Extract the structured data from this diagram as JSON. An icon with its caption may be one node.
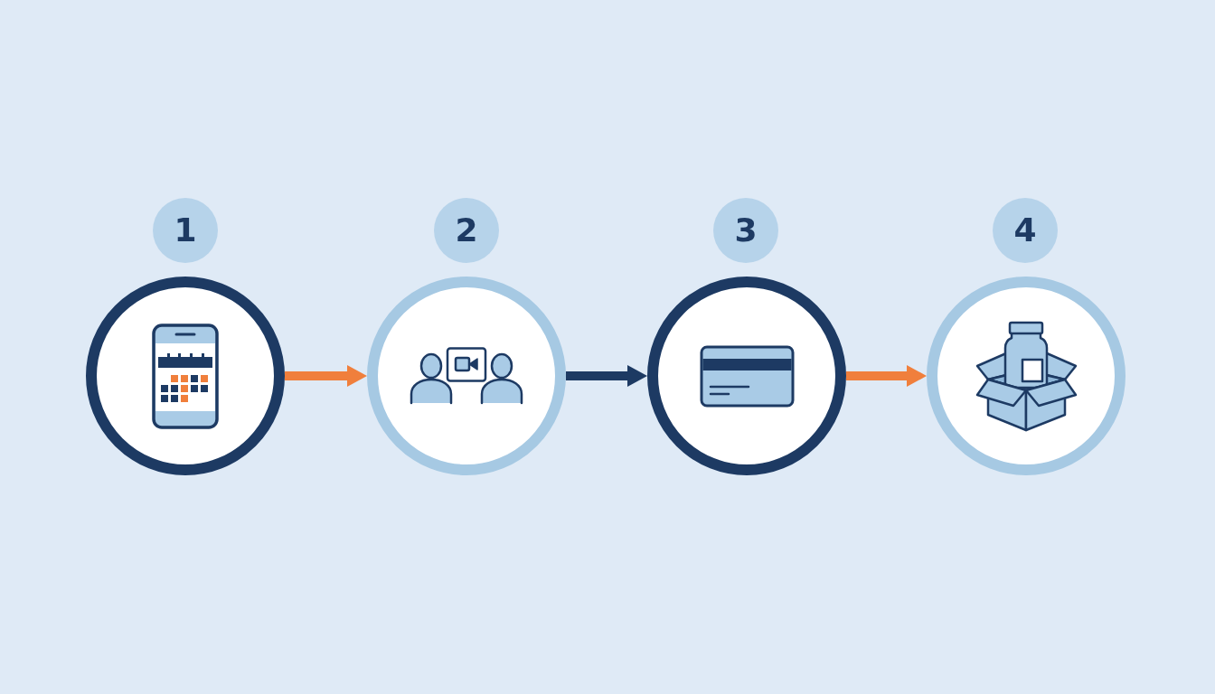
{
  "diagram": {
    "nodes": [
      {
        "text": [
          "1"
        ]
      },
      {
        "text": [
          "2"
        ]
      },
      {
        "text": [
          "3"
        ]
      },
      {
        "text": [
          "4"
        ]
      },
      {
        "text": [],
        "shape": "circle"
      },
      {
        "text": [],
        "shape": "circle"
      },
      {
        "text": [],
        "shape": "circle"
      },
      {
        "text": [],
        "shape": "circle"
      }
    ],
    "edges": [
      {
        "from": 4,
        "to": 5,
        "arrow": "to"
      },
      {
        "from": 5,
        "to": 6,
        "arrow": "to",
        "color": "#1d3a63"
      },
      {
        "from": 6,
        "to": 7,
        "arrow": "to"
      }
    ]
  }
}
